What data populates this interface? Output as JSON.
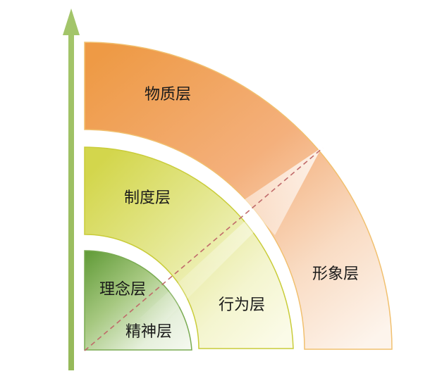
{
  "labels": {
    "wuzhi": "物质层",
    "zhidu": "制度层",
    "lixiang": "理念层",
    "jingshen": "精神层",
    "xingwei": "行为层",
    "xingxiang": "形象层"
  },
  "colors": {
    "axis_arrow": "#9dbe61",
    "outer_band": "#f0a052",
    "middle_band": "#d6d85a",
    "inner_core": "#6ea444",
    "dashed_line": "#c06060"
  },
  "icons": {
    "axis": "up-arrow",
    "diagonal": "diagonal-arrow"
  }
}
